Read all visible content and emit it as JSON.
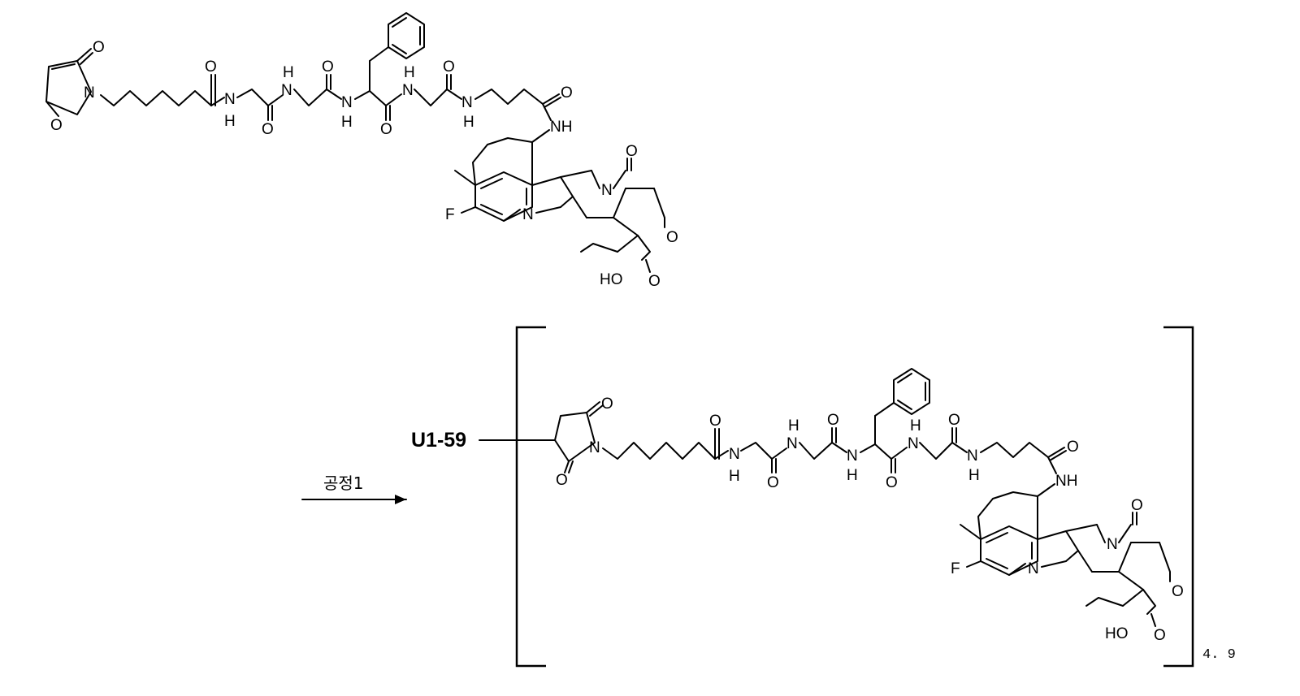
{
  "reactant": {
    "atoms": {
      "maleimide_o_top": "O",
      "maleimide_n": "N",
      "maleimide_o_bottom": "O",
      "amide1_o": "O",
      "amide1_nh": "N",
      "amide1_h": "H",
      "gly1_o": "O",
      "gly1_h": "H",
      "gly1_n": "N",
      "gly2_o": "O",
      "gly2_nh": "N",
      "gly2_h": "H",
      "phe_o": "O",
      "phe_h": "H",
      "phe_n": "N",
      "gly3_o": "O",
      "gly3_nh": "N",
      "gly3_h": "H",
      "linker_o": "O",
      "linker_nh": "NH",
      "drug_n_ring": "N",
      "drug_o_ketone": "O",
      "drug_f": "F",
      "drug_n_quin": "N",
      "drug_o_lactone_ring": "O",
      "drug_ho": "HO",
      "drug_o_lactone": "O"
    }
  },
  "reaction": {
    "step_label": "공정1"
  },
  "product": {
    "antibody_label": "U1-59",
    "drug_antibody_ratio": "4. 9",
    "atoms": {
      "succ_o_top": "O",
      "succ_n": "N",
      "succ_o_bottom": "O",
      "amide1_o": "O",
      "amide1_nh": "N",
      "amide1_h": "H",
      "gly1_o": "O",
      "gly1_h": "H",
      "gly1_n": "N",
      "gly2_o": "O",
      "gly2_nh": "N",
      "gly2_h": "H",
      "phe_o": "O",
      "phe_h": "H",
      "phe_n": "N",
      "gly3_o": "O",
      "gly3_nh": "N",
      "gly3_h": "H",
      "linker_o": "O",
      "linker_nh": "NH",
      "drug_n_ring": "N",
      "drug_o_ketone": "O",
      "drug_f": "F",
      "drug_n_quin": "N",
      "drug_o_lactone_ring": "O",
      "drug_ho": "HO",
      "drug_o_lactone": "O"
    }
  }
}
